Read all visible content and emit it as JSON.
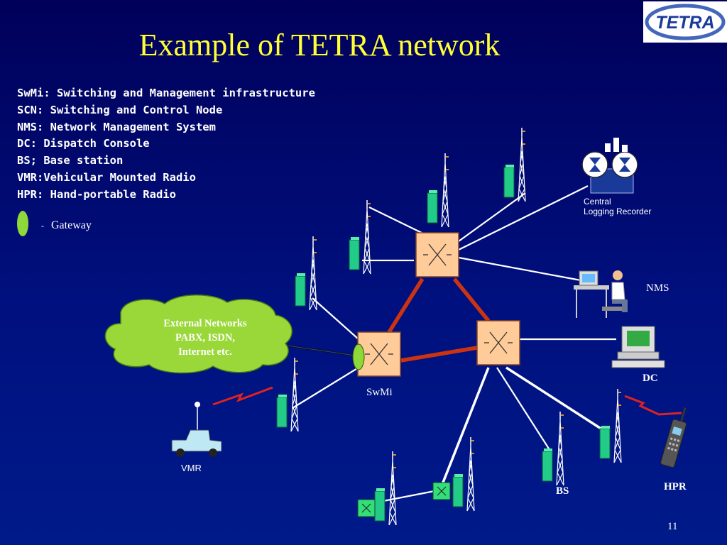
{
  "title": "Example of TETRA network",
  "logo_text": "TETRA",
  "legend": [
    "SwMi: Switching and Management infrastructure",
    "SCN: Switching and Control Node",
    "NMS: Network Management System",
    "DC: Dispatch Console",
    "BS; Base station",
    "VMR:Vehicular Mounted Radio",
    "HPR: Hand-portable Radio"
  ],
  "gateway_legend": {
    "dash": "-",
    "label": "Gateway"
  },
  "cloud": {
    "line1": "External Networks",
    "line2": "PABX, ISDN,",
    "line3": "Internet etc."
  },
  "labels": {
    "swmi": "SwMi",
    "recorder_line1": "Central",
    "recorder_line2": "Logging Recorder",
    "nms": "NMS",
    "dc": "DC",
    "bs": "BS",
    "hpr": "HPR",
    "vmr": "VMR"
  },
  "page_number": "11",
  "colors": {
    "title": "#ffff33",
    "switch_fill": "#ffcc99",
    "trunk_link": "#cc3311",
    "gateway": "#8ed83a",
    "cloud": "#9ad83a",
    "base_station": "#22cc88",
    "radio_link": "#dd2222"
  }
}
